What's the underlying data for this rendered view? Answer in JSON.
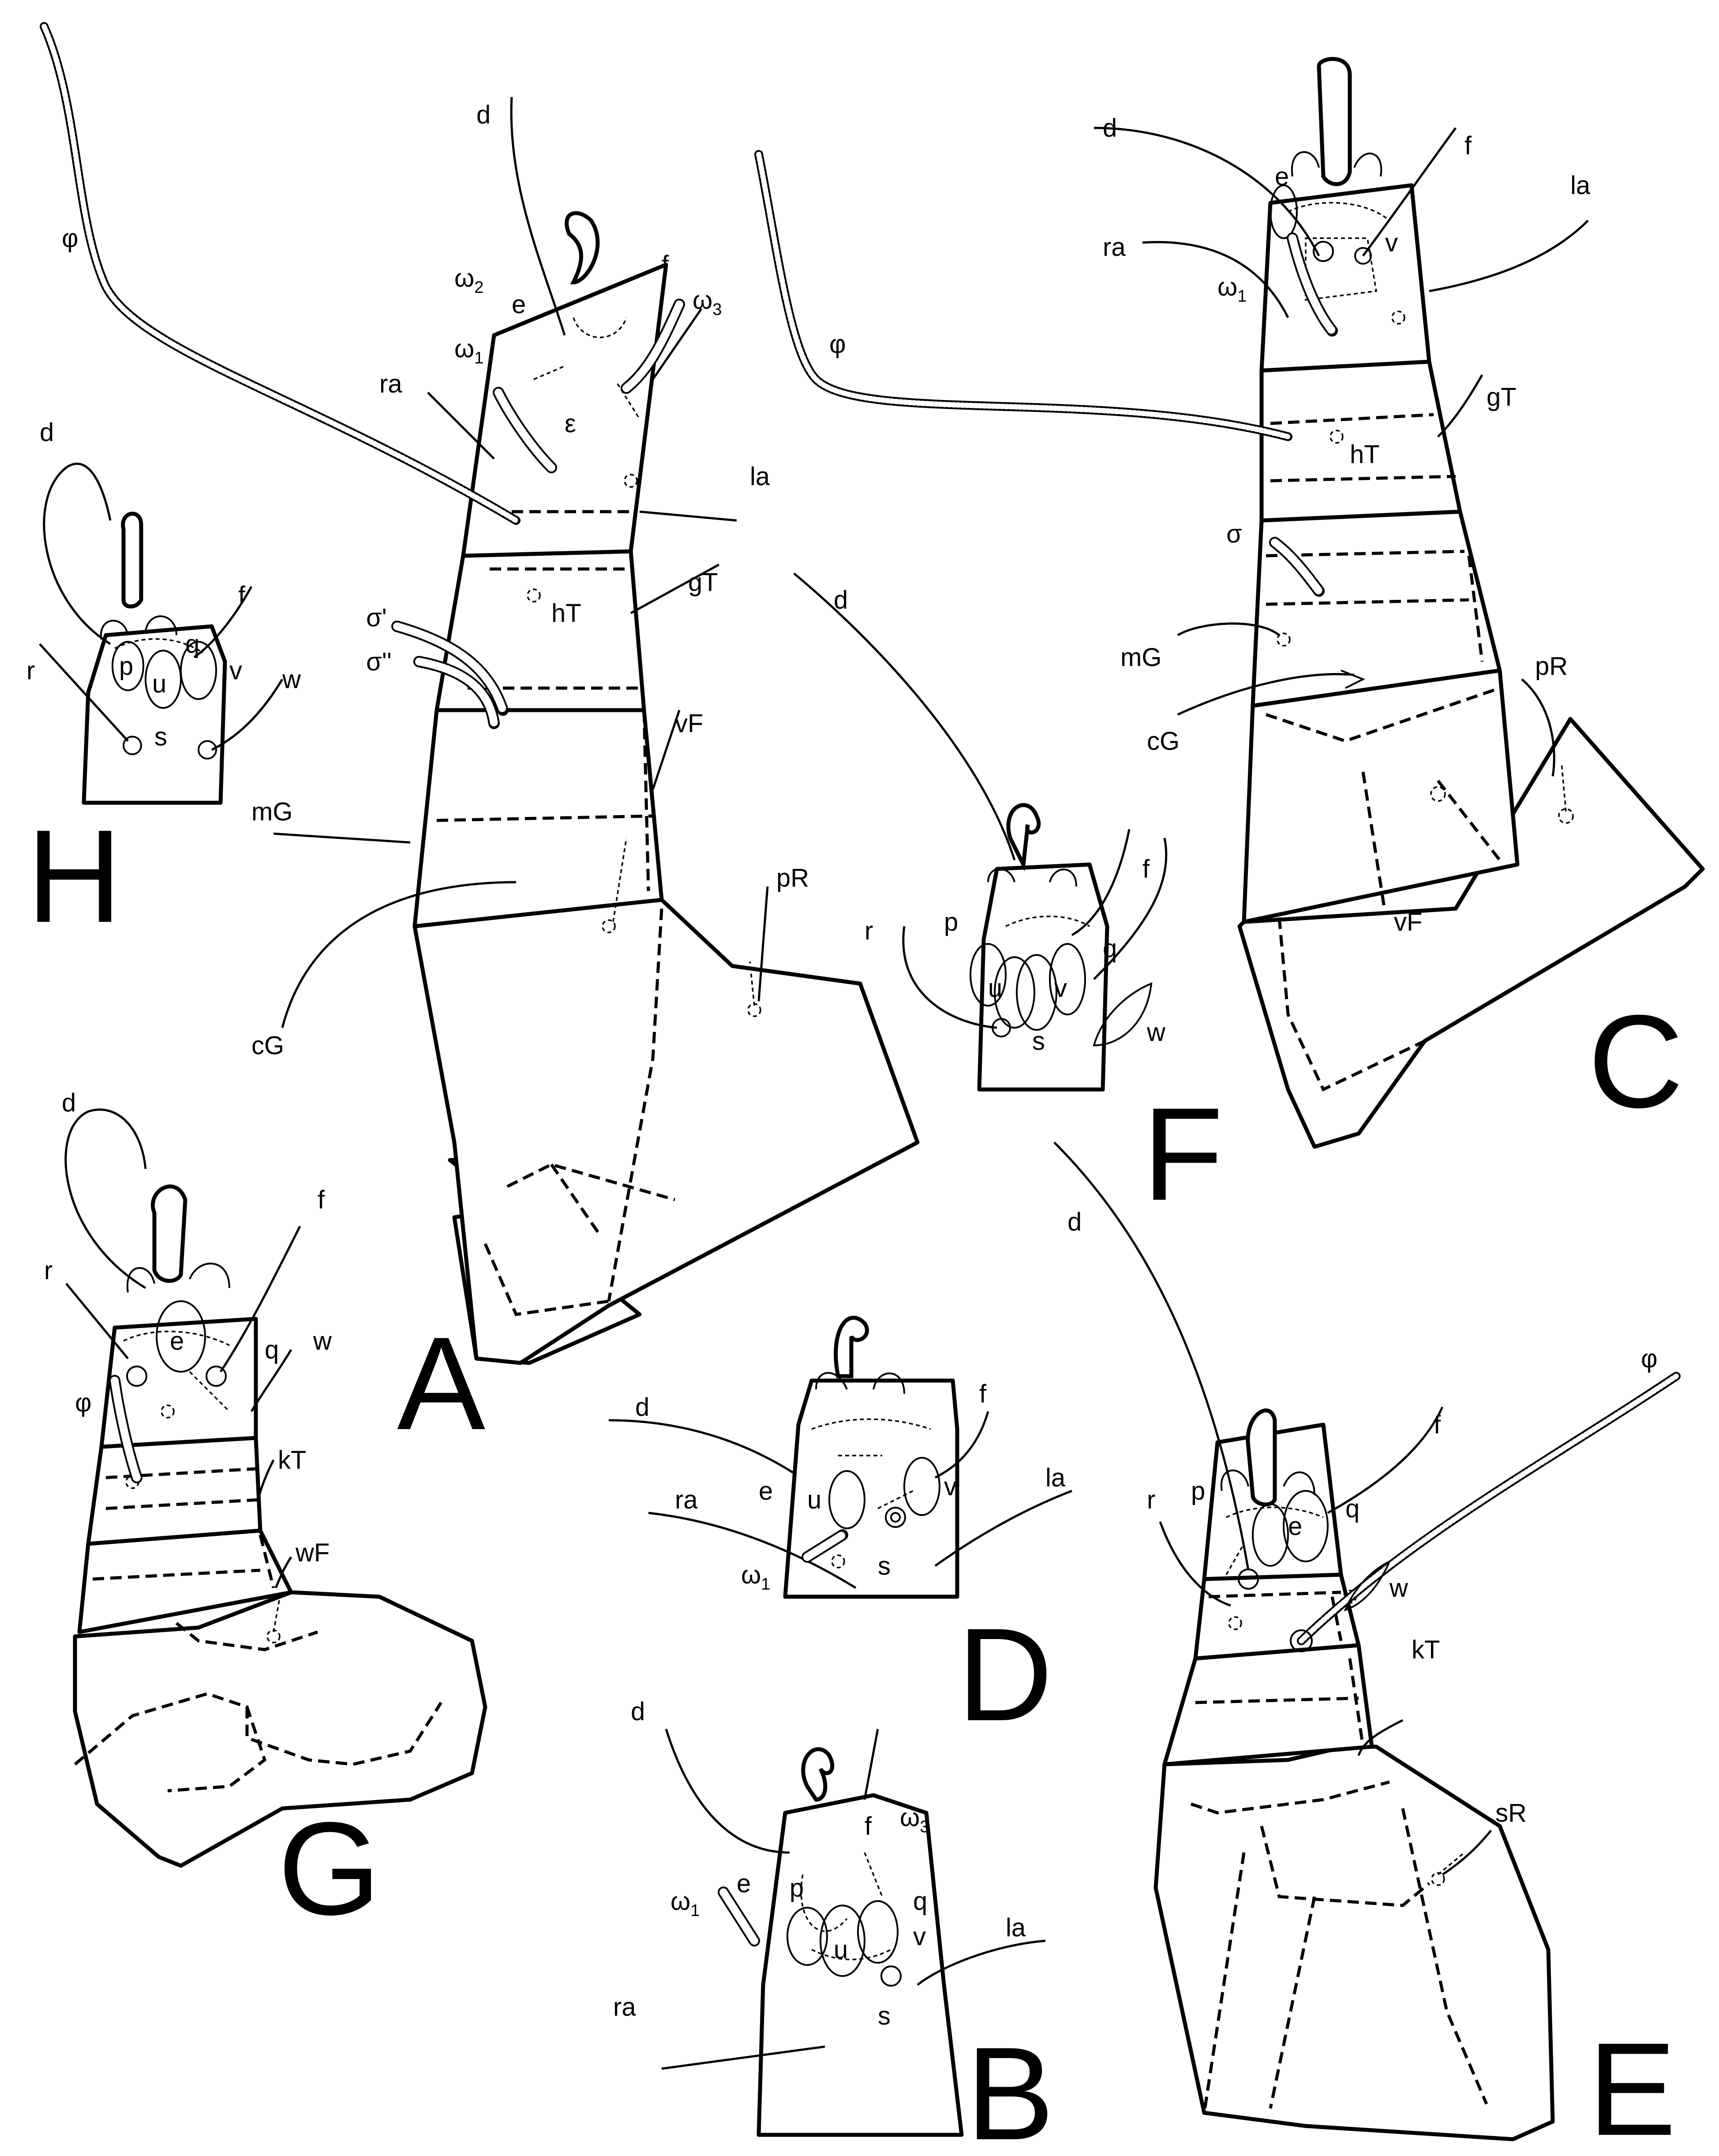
{
  "figure": {
    "panels": [
      {
        "letter": "A",
        "labels": [
          "d",
          "φ",
          "ω2",
          "e",
          "f",
          "ω3",
          "ra",
          "ω1",
          "ε",
          "la",
          "hT",
          "gT",
          "σ'",
          "σ''",
          "vF",
          "mG",
          "cG",
          "pR"
        ]
      },
      {
        "letter": "B",
        "labels": [
          "d",
          "f",
          "ω3",
          "e",
          "p",
          "q",
          "ω1",
          "u",
          "v",
          "la",
          "ra",
          "s"
        ]
      },
      {
        "letter": "C",
        "labels": [
          "d",
          "e",
          "f",
          "ra",
          "v",
          "la",
          "ω1",
          "φ",
          "gT",
          "hT",
          "σ",
          "mG",
          "pR",
          "cG",
          "vF"
        ]
      },
      {
        "letter": "D",
        "labels": [
          "d",
          "f",
          "ra",
          "e",
          "u",
          "v",
          "la",
          "ω1",
          "s"
        ]
      },
      {
        "letter": "E",
        "labels": [
          "d",
          "φ",
          "f",
          "r",
          "p",
          "q",
          "e",
          "w",
          "kT",
          "sR"
        ]
      },
      {
        "letter": "F",
        "labels": [
          "d",
          "f",
          "r",
          "p",
          "q",
          "u",
          "v",
          "w",
          "s"
        ]
      },
      {
        "letter": "G",
        "labels": [
          "d",
          "f",
          "r",
          "e",
          "q",
          "w",
          "φ",
          "kT",
          "wF"
        ]
      },
      {
        "letter": "H",
        "labels": [
          "d",
          "f",
          "q",
          "r",
          "p",
          "u",
          "v",
          "w",
          "s"
        ]
      }
    ]
  }
}
